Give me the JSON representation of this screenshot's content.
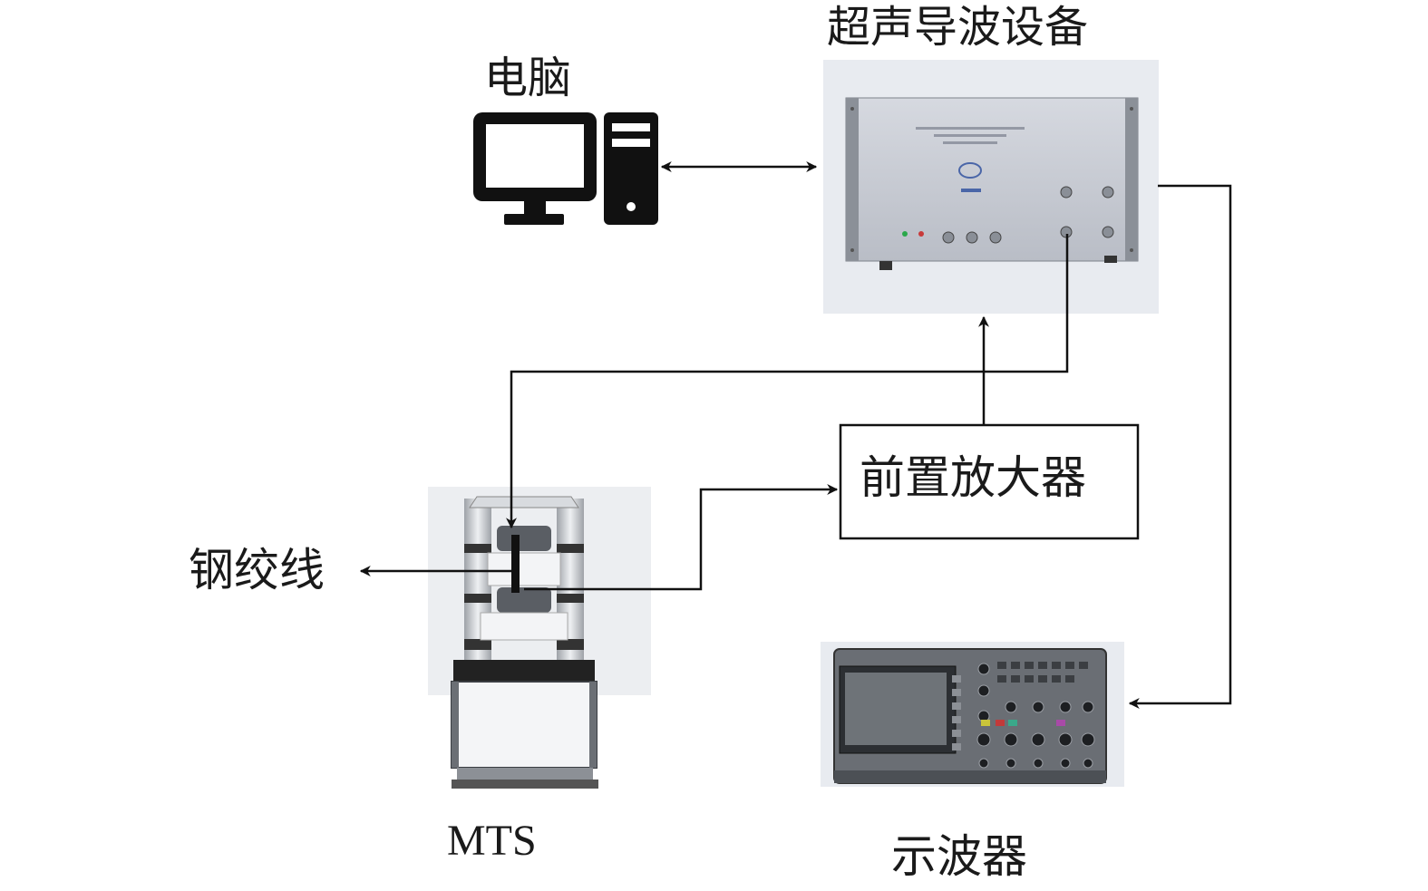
{
  "labels": {
    "ultrasonic_device": "超声导波设备",
    "computer": "电脑",
    "preamplifier": "前置放大器",
    "steel_strand": "钢绞线",
    "mts": "MTS",
    "oscilloscope": "示波器"
  },
  "colors": {
    "line": "#111111",
    "device_panel": "#c9cdd6",
    "device_background": "#e9ecf1",
    "computer_icon": "#111111"
  },
  "icons": {
    "computer": "desktop-computer-icon",
    "ultrasonic_device": "rack-instrument-icon",
    "mts": "mts-testing-machine-icon",
    "oscilloscope": "oscilloscope-icon"
  }
}
